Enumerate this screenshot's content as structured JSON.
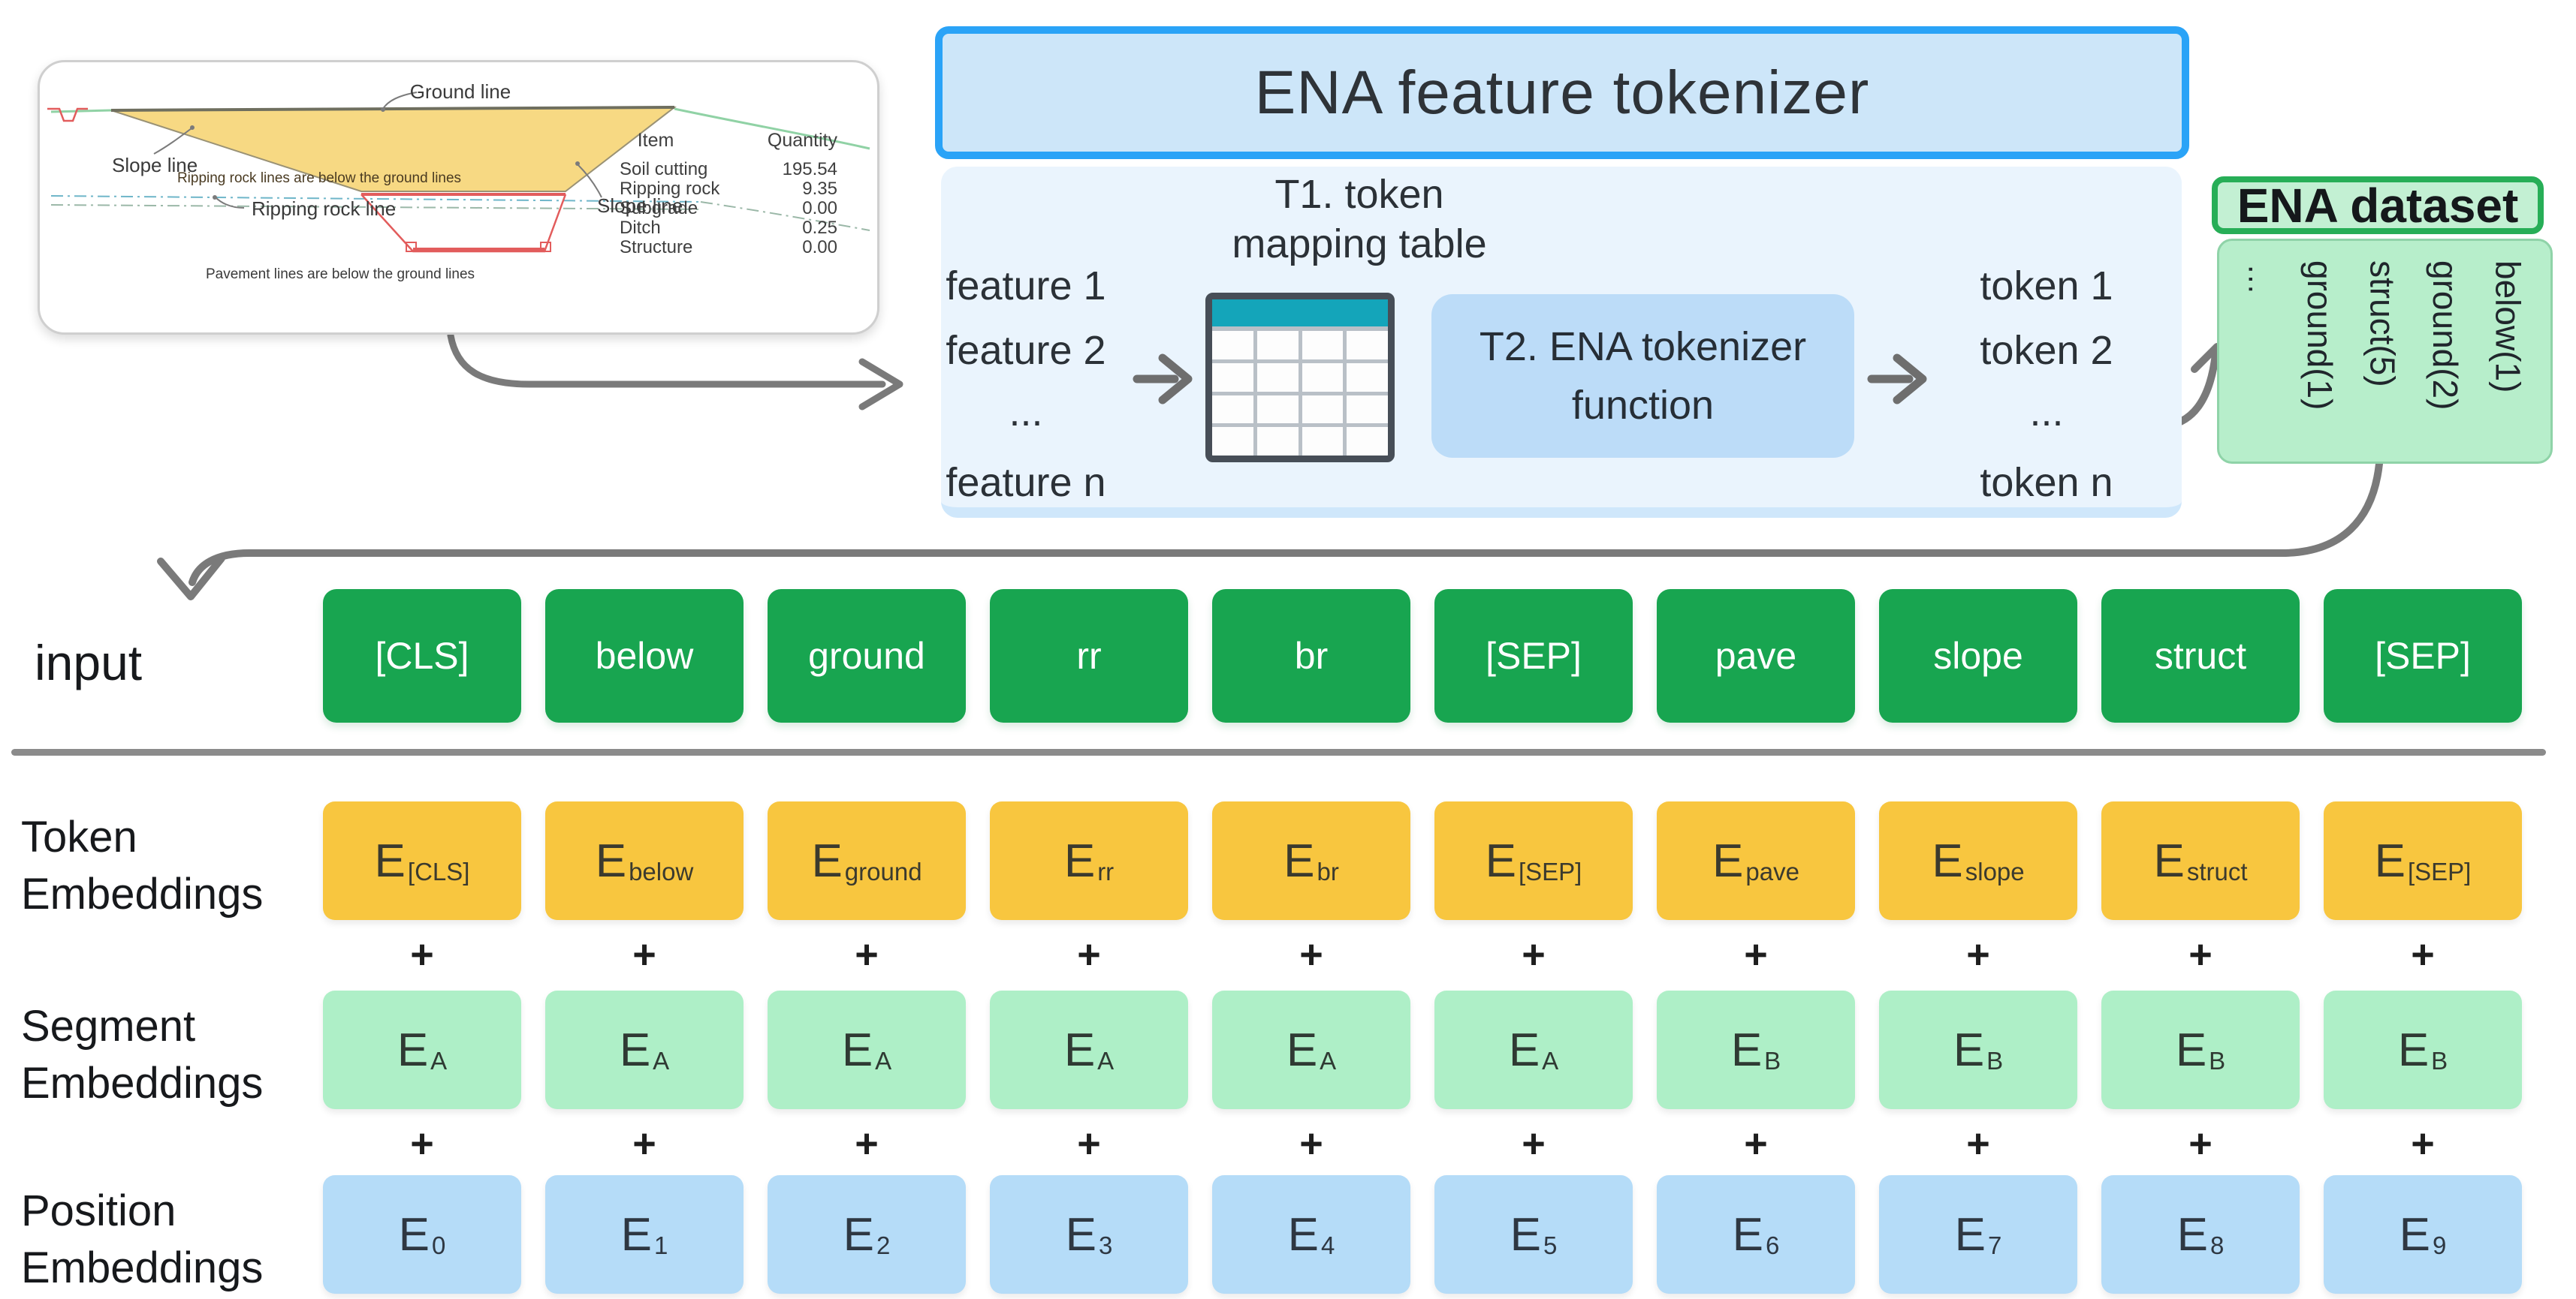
{
  "drawing": {
    "labels": {
      "ground_line": "Ground line",
      "slope_line_left": "Slope line",
      "slope_line_right": "Slope line",
      "ripping_note": "Ripping rock lines are below the ground lines",
      "ripping_line": "Ripping rock line",
      "pavement_note": "Pavement lines are below the ground lines"
    },
    "table": {
      "col_item": "Item",
      "col_quantity": "Quantity",
      "rows": [
        {
          "item": "Soil cutting",
          "qty": "195.54"
        },
        {
          "item": "Ripping rock",
          "qty": "9.35"
        },
        {
          "item": "Subgrade",
          "qty": "0.00"
        },
        {
          "item": "Ditch",
          "qty": "0.25"
        },
        {
          "item": "Structure",
          "qty": "0.00"
        }
      ]
    }
  },
  "tokenizer": {
    "title": "ENA feature tokenizer",
    "t1_line1": "T1. token",
    "t1_line2": "mapping table",
    "features": [
      "feature 1",
      "feature 2",
      "...",
      "feature n"
    ],
    "t2_line1": "T2. ENA tokenizer",
    "t2_line2": "function",
    "tokens": [
      "token 1",
      "token 2",
      "...",
      "token n"
    ]
  },
  "dataset": {
    "title": "ENA dataset",
    "entries_left_to_right": [
      "…",
      "ground(1)",
      "struct(5)",
      "ground(2)",
      "below(1)"
    ]
  },
  "input": {
    "label": "input",
    "tokens": [
      "[CLS]",
      "below",
      "ground",
      "rr",
      "br",
      "[SEP]",
      "pave",
      "slope",
      "struct",
      "[SEP]"
    ]
  },
  "embeddings": {
    "symbol": "E",
    "plus": "+",
    "rows": [
      {
        "name": "token",
        "label_line1": "Token",
        "label_line2": "Embeddings",
        "subs": [
          "[CLS]",
          "below",
          "ground",
          "rr",
          "br",
          "[SEP]",
          "pave",
          "slope",
          "struct",
          "[SEP]"
        ]
      },
      {
        "name": "segment",
        "label_line1": "Segment",
        "label_line2": "Embeddings",
        "subs": [
          "A",
          "A",
          "A",
          "A",
          "A",
          "A",
          "B",
          "B",
          "B",
          "B"
        ]
      },
      {
        "name": "position",
        "label_line1": "Position",
        "label_line2": "Embeddings",
        "subs": [
          "0",
          "1",
          "2",
          "3",
          "4",
          "5",
          "6",
          "7",
          "8",
          "9"
        ]
      }
    ]
  },
  "colors": {
    "input_token_green": "#18a550",
    "token_embedding_amber": "#f8c63f",
    "segment_embedding_mint": "#aeefc7",
    "position_embedding_blue": "#b5dcf8",
    "tokenizer_border_blue": "#2aa3f7",
    "tokenizer_header_fill": "#cde6f9",
    "tokenizer_body_fill": "#eaf4fd",
    "t2_box_fill": "#bcdcf8",
    "table_icon_teal": "#14a5ba",
    "dataset_border_green": "#27ae57",
    "dataset_header_fill": "#c3f0d3",
    "dataset_body_fill": "#b7eecb",
    "arrow_gray": "#7a7a7a",
    "drawing_cut_yellow": "#f7d983",
    "drawing_red": "#e25c5c"
  }
}
